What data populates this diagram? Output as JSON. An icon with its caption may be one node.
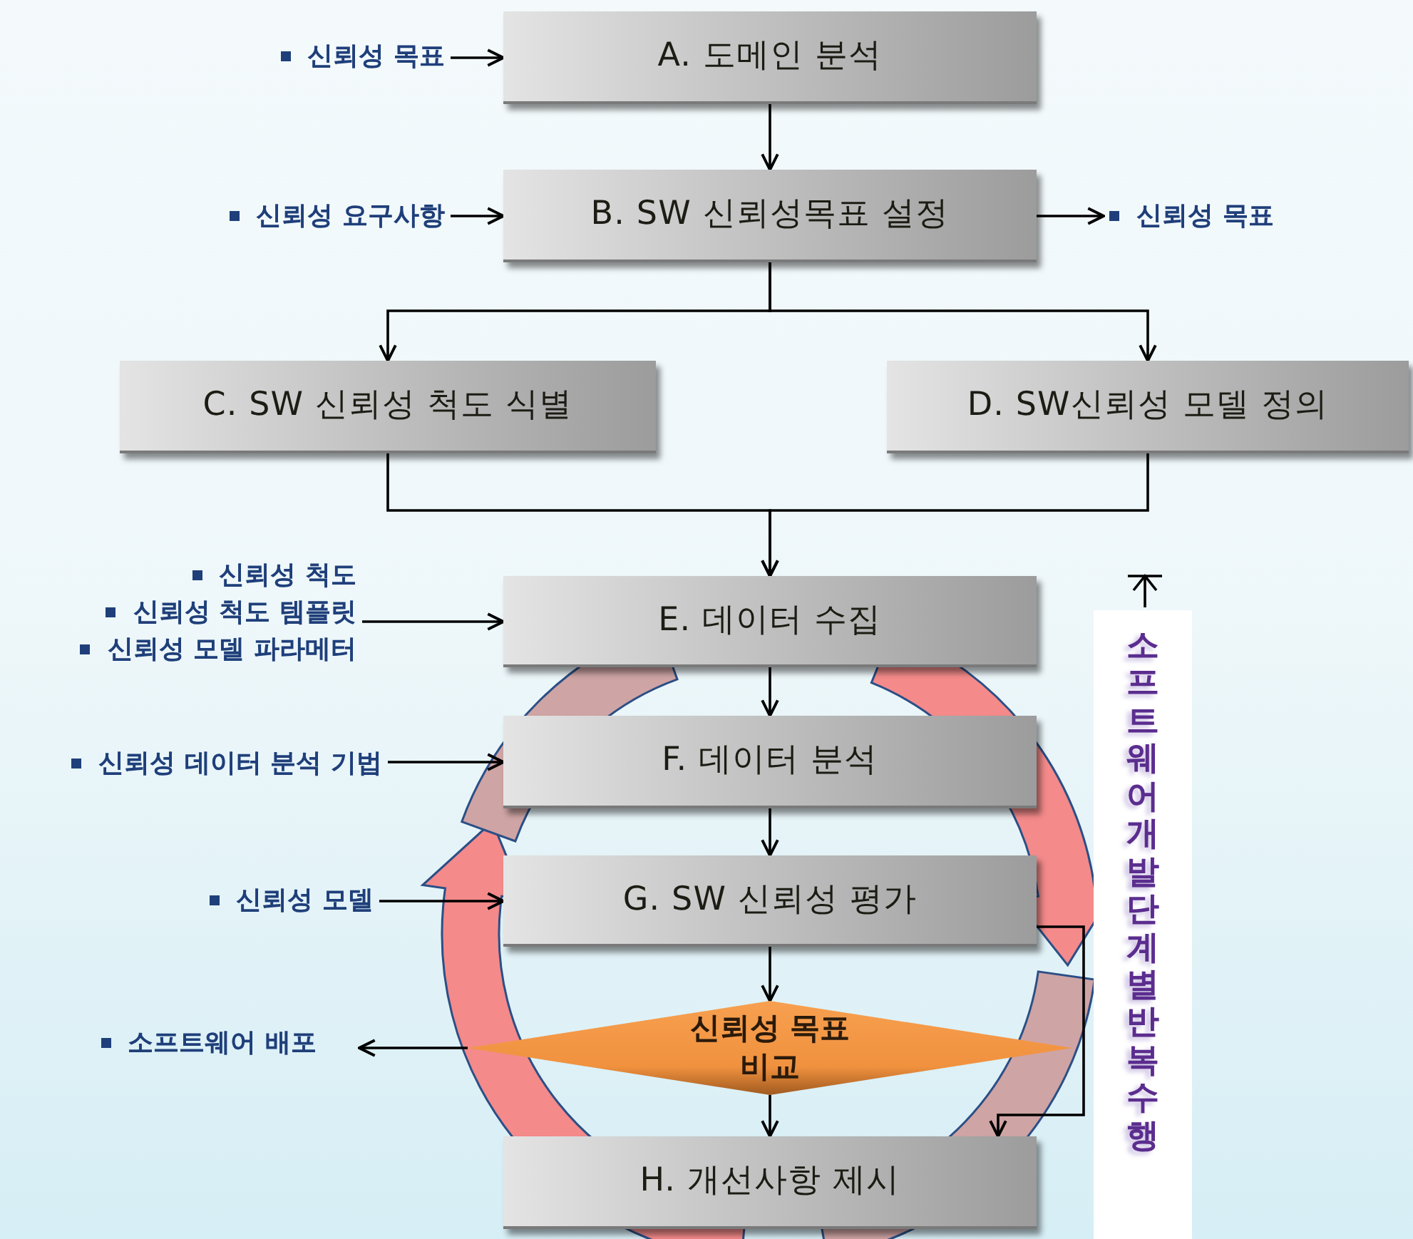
{
  "diagram": {
    "nodes": [
      {
        "text": [
          "신뢰성 목표"
        ]
      },
      {
        "text": [
          "A. 도메인 분석"
        ]
      },
      {
        "text": [
          "신뢰성 요구사항"
        ]
      },
      {
        "text": [
          "B. SW 신뢰성목표 설정"
        ]
      },
      {
        "text": [
          "신뢰성 목표"
        ]
      },
      {
        "text": [
          "C. SW 신뢰성 척도 식별"
        ]
      },
      {
        "text": [
          "D. SW신뢰성 모델 정의"
        ]
      },
      {
        "text": [
          "신뢰성 척도",
          "신뢰성 척도 템플릿",
          "신뢰성 모델 파라메터"
        ]
      },
      {
        "text": [
          "E. 데이터 수집"
        ]
      },
      {
        "text": [
          "신뢰성 데이터 분석 기법"
        ]
      },
      {
        "text": [
          "F. 데이터 분석"
        ]
      },
      {
        "text": [
          "신뢰성 모델"
        ]
      },
      {
        "text": [
          "G. SW 신뢰성 평가"
        ]
      },
      {
        "text": [
          "소프트웨어 배포"
        ]
      },
      {
        "text": [
          "신뢰성 목표 비교"
        ]
      },
      {
        "text": [
          "H. 개선사항 제시"
        ]
      },
      {
        "text": [
          "소프트웨어 개발 단계별 반복 수행"
        ]
      }
    ],
    "edges": [
      {
        "from": 0,
        "to": 1,
        "arrow": "to"
      },
      {
        "from": 1,
        "to": 3,
        "arrow": "to"
      },
      {
        "from": 2,
        "to": 3,
        "arrow": "to"
      },
      {
        "from": 3,
        "to": 4,
        "arrow": "to"
      },
      {
        "from": 3,
        "to": 5,
        "arrow": "to"
      },
      {
        "from": 3,
        "to": 6,
        "arrow": "to"
      },
      {
        "from": 5,
        "to": 8,
        "arrow": "to"
      },
      {
        "from": 6,
        "to": 8,
        "arrow": "to"
      },
      {
        "from": 7,
        "to": 8,
        "arrow": "to"
      },
      {
        "from": 8,
        "to": 10,
        "arrow": "to"
      },
      {
        "from": 9,
        "to": 10,
        "arrow": "to"
      },
      {
        "from": 10,
        "to": 12,
        "arrow": "to"
      },
      {
        "from": 11,
        "to": 12,
        "arrow": "to"
      },
      {
        "from": 12,
        "to": 14,
        "arrow": "to"
      },
      {
        "from": 14,
        "to": 13,
        "arrow": "to"
      },
      {
        "from": 12,
        "to": 15,
        "arrow": "to"
      },
      {
        "from": 14,
        "to": 15,
        "arrow": "to"
      }
    ]
  }
}
